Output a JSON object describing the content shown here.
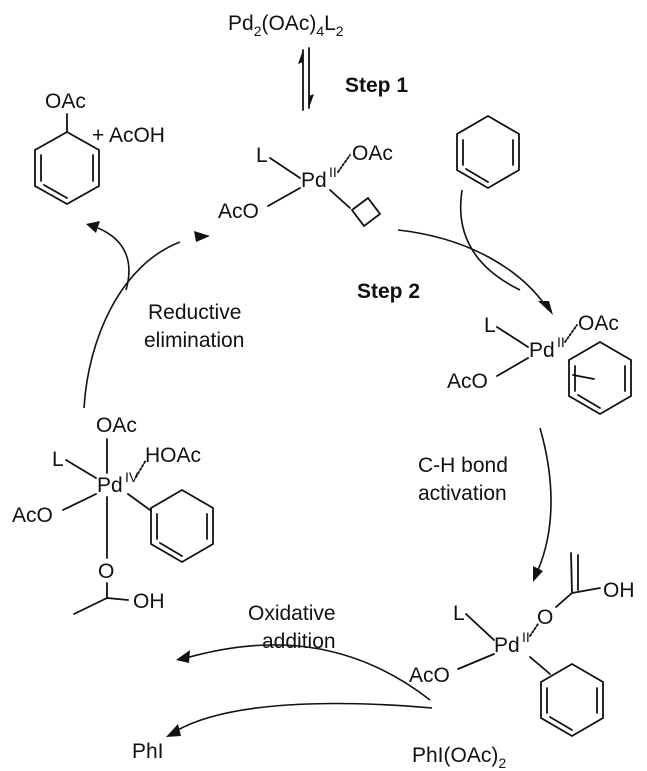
{
  "precursor": {
    "base": "Pd",
    "s1": "2",
    "m1": "(OAc)",
    "s2": "4",
    "m2": "L",
    "s3": "2"
  },
  "step1": "Step 1",
  "step2": "Step 2",
  "product": {
    "oac": "OAc",
    "acoh": "+ AcOH"
  },
  "pd_sym": "Pd",
  "ox2": "II",
  "ox4": "IV",
  "ligand_L": "L",
  "oac": "OAc",
  "aco": "AcO",
  "hoac": "HOAc",
  "o": "O",
  "oh": "OH",
  "labels": {
    "reductive_1": "Reductive",
    "reductive_2": "elimination",
    "ch_1": "C-H bond",
    "ch_2": "activation",
    "ox_1": "Oxidative",
    "ox_2": "addition"
  },
  "oxidant": {
    "base": "PhI(OAc)",
    "sub": "2"
  },
  "byproduct": "PhI"
}
